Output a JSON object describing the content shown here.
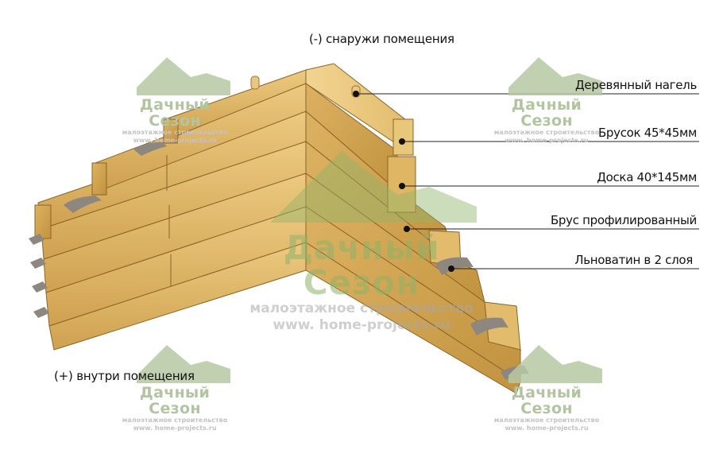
{
  "captions": {
    "outside": "(-) снаружи помещения",
    "inside": "(+) внутри помещения"
  },
  "callouts": [
    {
      "label": "Деревянный нагель",
      "target": "wooden-dowel"
    },
    {
      "label": "Брусок 45*45мм",
      "target": "bar-45x45"
    },
    {
      "label": "Доска 40*145мм",
      "target": "board-40x145"
    },
    {
      "label": "Брус профилированный",
      "target": "profiled-beam"
    },
    {
      "label": "Льноватин в 2 слоя",
      "target": "linen-insulation"
    }
  ],
  "watermark": {
    "brand": "Дачный Сезон",
    "subtitle": "малоэтажное строительство",
    "url": "www. home-projects.ru"
  },
  "colors": {
    "wood_light": "#e9c77a",
    "wood_mid": "#d3a652",
    "wood_dark": "#b98a3c",
    "insulation": "#8d8780",
    "watermark_green": "#b3c4a1",
    "line": "#222222"
  }
}
